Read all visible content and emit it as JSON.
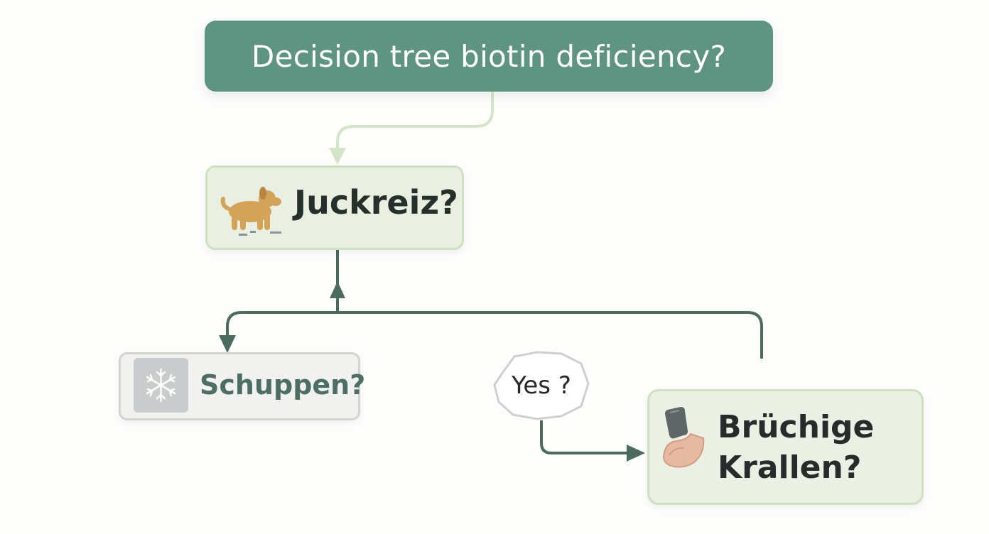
{
  "diagram": {
    "title": "Decision tree biotin deficiency?",
    "nodes": {
      "juckreiz": {
        "label": "Juckreiz?",
        "icon": "dog-icon"
      },
      "schuppen": {
        "label": "Schuppen?",
        "icon": "snowflake-icon"
      },
      "yes": {
        "label": "Yes ?"
      },
      "bruechige": {
        "line1": "Brüchige",
        "line2": "Krallen?",
        "icon": "claw-icon"
      }
    },
    "colors": {
      "title_bg": "#5e9481",
      "connector_dark": "#4a6b5d",
      "connector_light": "#d4e4c9",
      "node_green_bg": "#e9efe1",
      "node_green_border": "#cfe0c2",
      "node_gray_bg": "#f1f2ef",
      "icon_dog": "#d3a359"
    }
  }
}
